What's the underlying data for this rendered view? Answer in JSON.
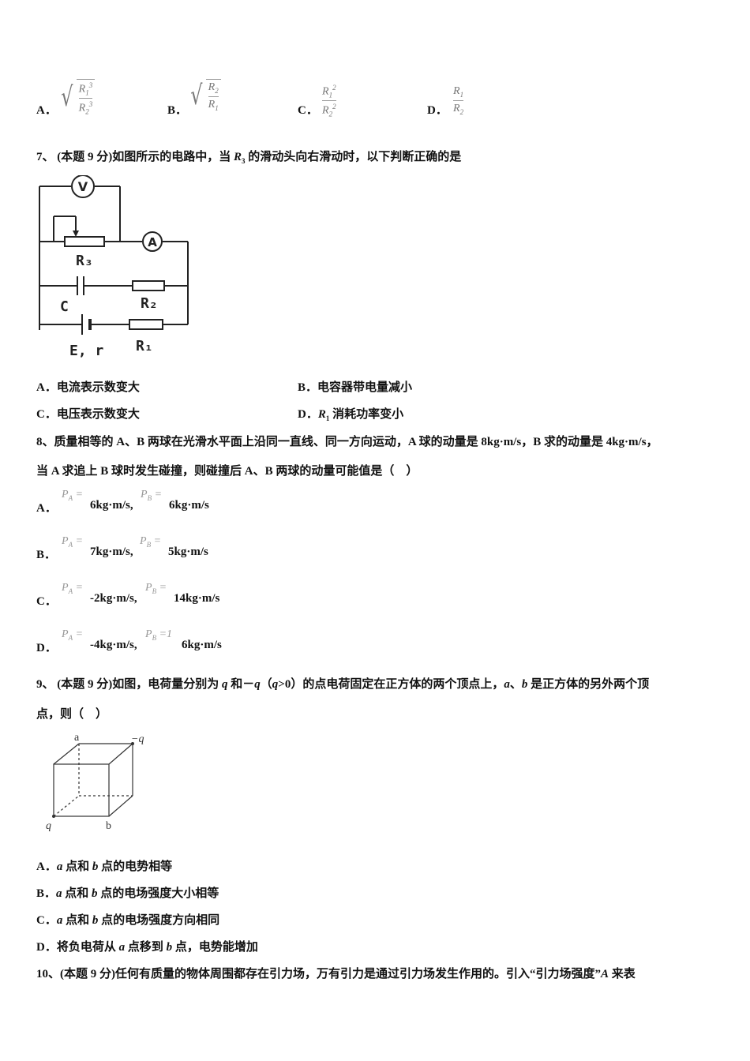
{
  "q6_options": {
    "a_label": "A．",
    "b_label": "B．",
    "c_label": "C．",
    "d_label": "D．",
    "r": "R",
    "sub1": "1",
    "sub2": "2",
    "sup2": "2",
    "sup3": "3"
  },
  "q7": {
    "stem_pre": "7、 (本题 9 分)如图所示的电路中，当 ",
    "stem_r": "R",
    "stem_sub": "3",
    "stem_post": " 的滑动头向右滑动时，以下判断正确的是",
    "circuit_labels": {
      "v": "V",
      "a": "A",
      "r3": "R₃",
      "c": "C",
      "r2": "R₂",
      "er": "E, r",
      "r1": "R₁"
    },
    "opt_a": "A．电流表示数变大",
    "opt_b": "B．电容器带电量减小",
    "opt_c": "C．电压表示数变大",
    "opt_d_pre": "D．",
    "opt_d_r": "R",
    "opt_d_sub": "1",
    "opt_d_post": " 消耗功率变小"
  },
  "q8": {
    "line1": "8、质量相等的 A、B 两球在光滑水平面上沿同一直线、同一方向运动，A 球的动量是 8kg·m/s，B 求的动量是 4kg·m/s，",
    "line2": "当 A 求追上 B 球时发生碰撞，则碰撞后 A、B 两球的动量可能值是（　）",
    "pa": "P",
    "pa_sub": "A",
    "pb": "P",
    "pb_sub": "B",
    "eq": "=",
    "a_label": "A．",
    "a_pa": "6kg·m/s,",
    "a_pb": "6kg·m/s",
    "b_label": "B．",
    "b_pa": "7kg·m/s,",
    "b_pb": "5kg·m/s",
    "c_label": "C．",
    "c_pa": "-2kg·m/s,",
    "c_pb": "14kg·m/s",
    "d_label": "D．",
    "d_pa": "-4kg·m/s,",
    "d_pb_lead": "1",
    "d_pb": "6kg·m/s"
  },
  "q9": {
    "line1_pre": "9、 (本题 9 分)如图，电荷量分别为 ",
    "q": "q",
    "and": " 和－",
    "paren_open": "（",
    "cond": ">0）的点电荷固定在正方体的两个顶点上，",
    "a": "a",
    "sep": "、",
    "b": "b",
    "line1_post": " 是正方体的另外两个顶",
    "line2": "点，则（　）",
    "cube_labels": {
      "a": "a",
      "neg_q": "−q",
      "q": "q",
      "b": "b"
    },
    "opt_a_pre": "A．",
    "opt_a_mid": " 点和 ",
    "opt_a_post": " 点的电势相等",
    "opt_b_pre": "B．",
    "opt_b_mid": " 点和 ",
    "opt_b_post": " 点的电场强度大小相等",
    "opt_c_pre": "C．",
    "opt_c_mid": " 点和 ",
    "opt_c_post": " 点的电场强度方向相同",
    "opt_d_pre": "D．将负电荷从 ",
    "opt_d_mid": " 点移到 ",
    "opt_d_post": " 点，电势能增加"
  },
  "q10": {
    "line1_pre": "10、(本题 9 分)任何有质量的物体周围都存在引力场，万有引力是通过引力场发生作用的。引入“引力场强度”",
    "a": "A",
    "line1_post": " 来表"
  }
}
